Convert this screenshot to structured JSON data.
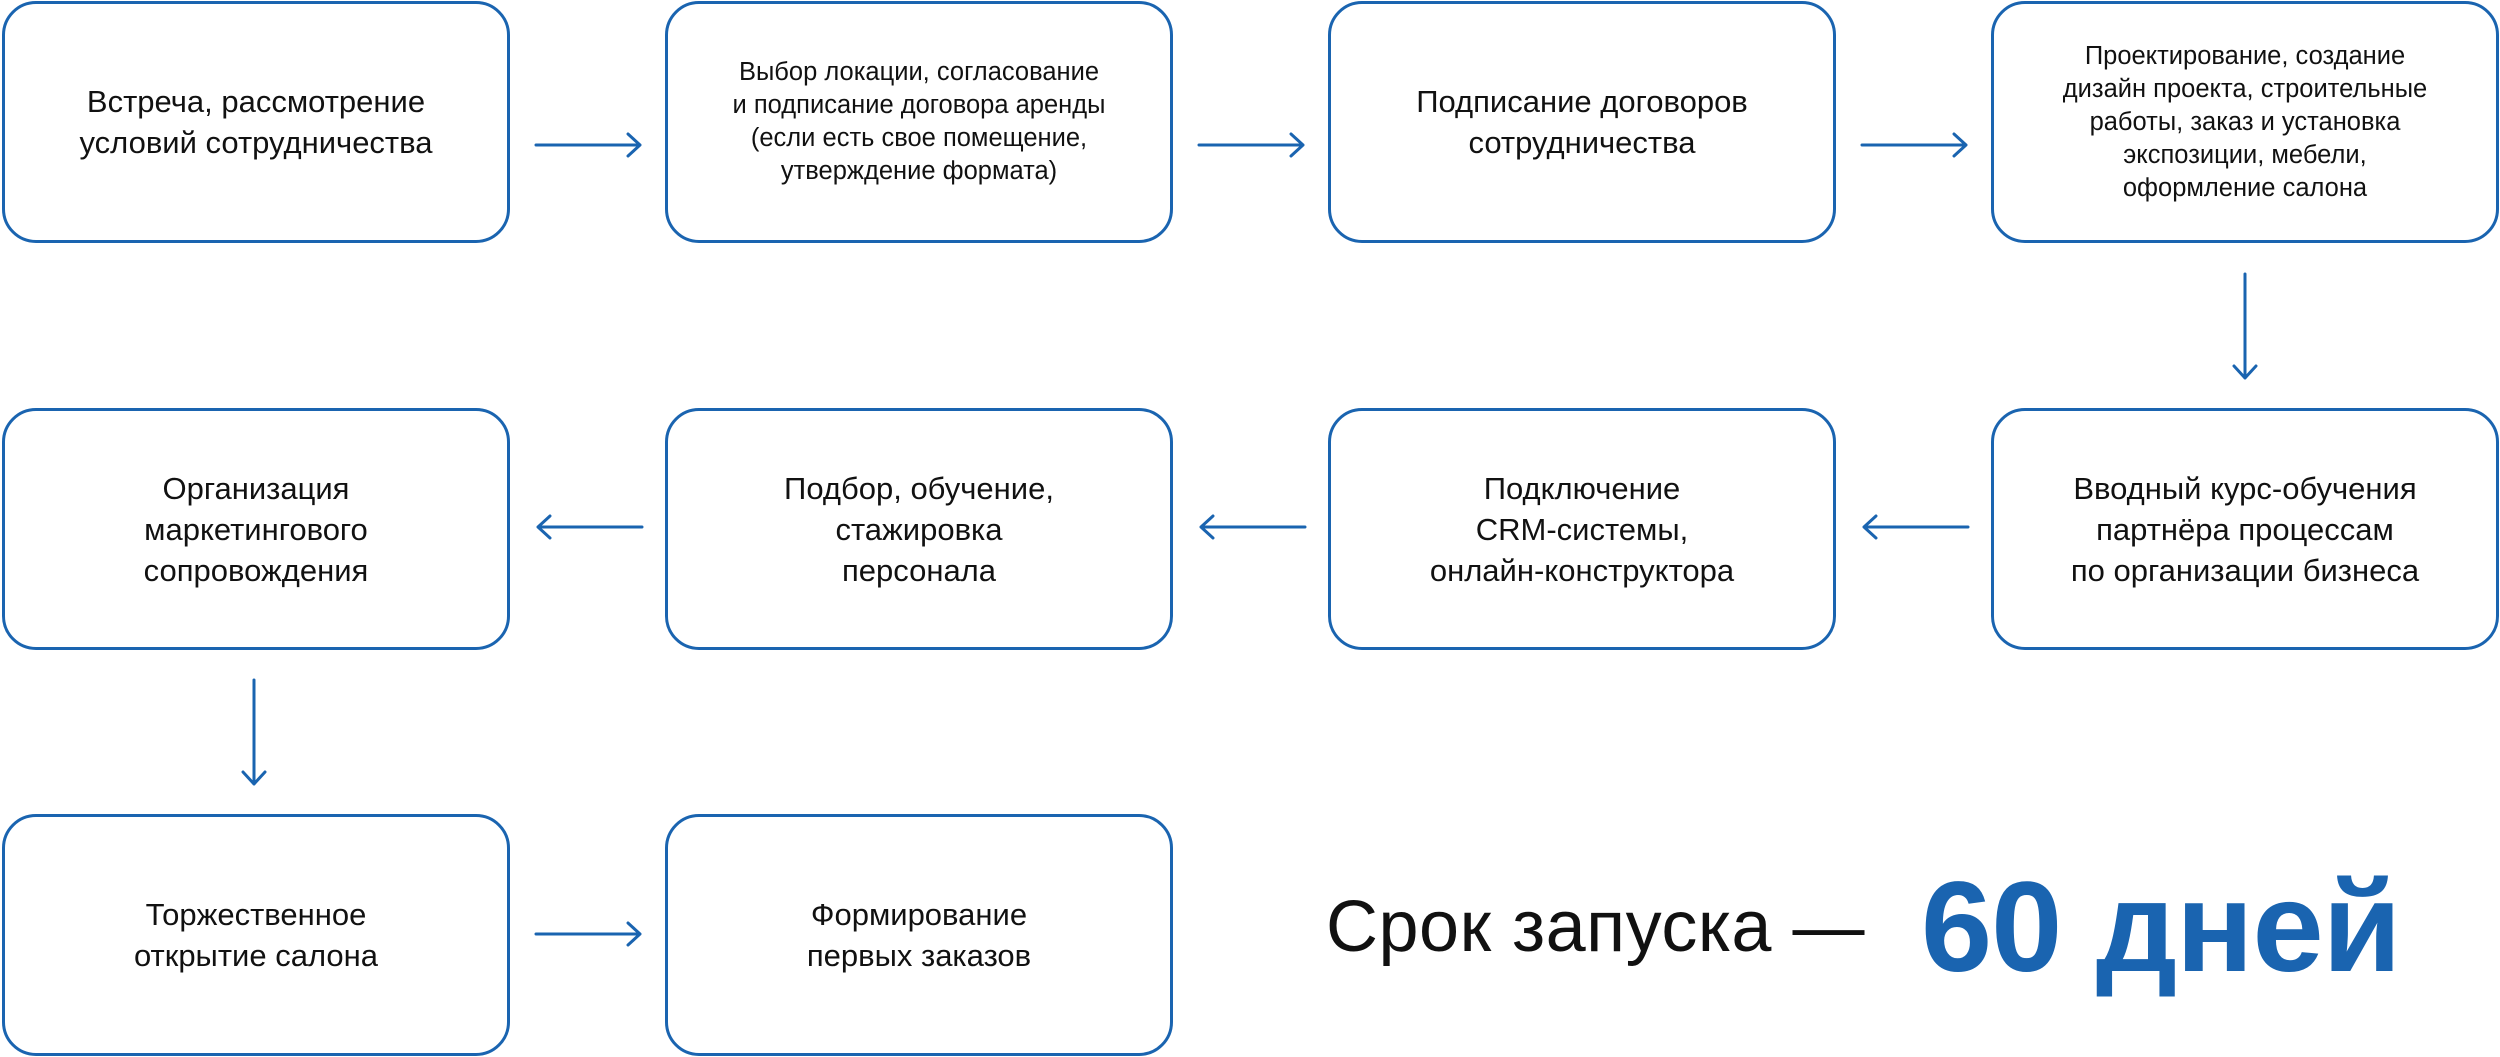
{
  "accent_color": "#1a64b0",
  "flow": [
    {
      "id": 1,
      "text": "Встреча, рассмотрение\nусловий сотрудничества"
    },
    {
      "id": 2,
      "text": "Выбор локации, согласование\nи подписание договора аренды\n(если есть свое помещение,\nутверждение формата)"
    },
    {
      "id": 3,
      "text": "Подписание договоров\nсотрудничества"
    },
    {
      "id": 4,
      "text": "Проектирование, создание\nдизайн проекта, строительные\nработы, заказ и установка\nэкспозиции, мебели,\nоформление салона"
    },
    {
      "id": 5,
      "text": "Вводный курс-обучения\nпартнёра процессам\nпо организации бизнеса"
    },
    {
      "id": 6,
      "text": "Подключение\nCRM-системы,\nонлайн-конструктора"
    },
    {
      "id": 7,
      "text": "Подбор, обучение,\nстажировка\nперсонала"
    },
    {
      "id": 8,
      "text": "Организация\nмаркетингового\nсопровождения"
    },
    {
      "id": 9,
      "text": "Торжественное\nоткрытие салона"
    },
    {
      "id": 10,
      "text": "Формирование\nпервых заказов"
    }
  ],
  "connections": [
    {
      "from": 1,
      "to": 2,
      "direction": "right"
    },
    {
      "from": 2,
      "to": 3,
      "direction": "right"
    },
    {
      "from": 3,
      "to": 4,
      "direction": "right"
    },
    {
      "from": 4,
      "to": 5,
      "direction": "down"
    },
    {
      "from": 5,
      "to": 6,
      "direction": "left"
    },
    {
      "from": 6,
      "to": 7,
      "direction": "left"
    },
    {
      "from": 7,
      "to": 8,
      "direction": "left"
    },
    {
      "from": 8,
      "to": 9,
      "direction": "down"
    },
    {
      "from": 9,
      "to": 10,
      "direction": "right"
    }
  ],
  "summary": {
    "label": "Срок запуска —",
    "value": "60 дней"
  }
}
